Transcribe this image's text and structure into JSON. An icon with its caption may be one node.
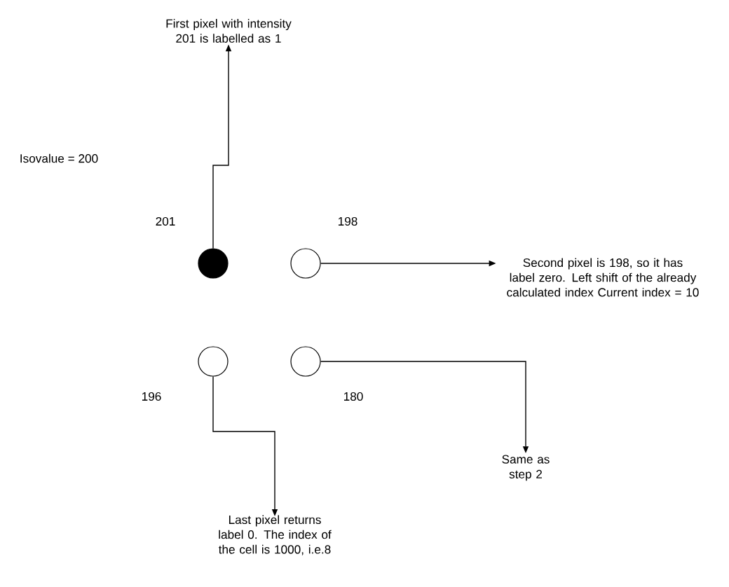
{
  "diagram": {
    "nodes": [
      {
        "text": [
          "First pixel with intensity 201 is labelled as 1"
        ]
      },
      {
        "text": [],
        "shape": "dot"
      },
      {
        "text": [],
        "shape": "circle"
      },
      {
        "text": [
          "Second pixel is 198, so it has label zero. Left shift of the already calculated index Current index = 10"
        ]
      },
      {
        "text": [],
        "shape": "circle"
      },
      {
        "text": [],
        "shape": "circle"
      },
      {
        "text": [
          "Same as step 2"
        ]
      },
      {
        "text": [
          "Last pixel returns label 0. The index of the cell is 1000, i.e.8"
        ]
      }
    ],
    "edges": [
      {
        "from": 1,
        "to": 0,
        "arrow": "to"
      },
      {
        "from": 2,
        "to": 3,
        "arrow": "to"
      },
      {
        "from": 5,
        "to": 6,
        "arrow": "to"
      },
      {
        "from": 4,
        "to": 7,
        "arrow": "to"
      }
    ],
    "labels": [
      "Isovalue = 200",
      "201",
      "198",
      "196",
      "180"
    ]
  }
}
